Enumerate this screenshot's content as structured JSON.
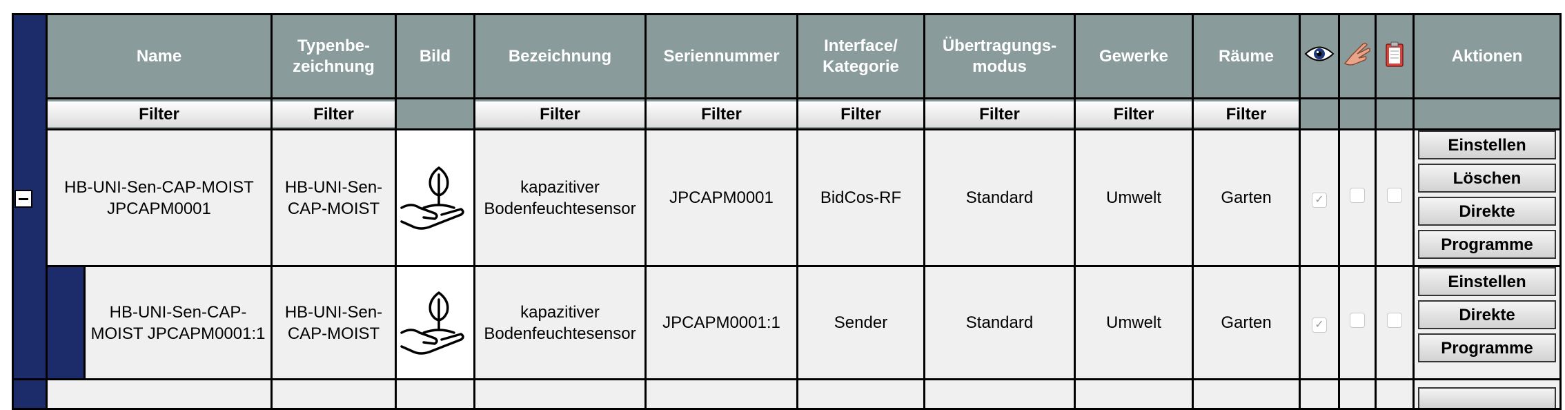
{
  "headers": {
    "name": "Name",
    "type": "Typenbe-\nzeichnung",
    "image": "Bild",
    "designation": "Bezeichnung",
    "serial": "Seriennummer",
    "interface": "Interface/\nKategorie",
    "transfer": "Übertragungs-\nmodus",
    "trades": "Gewerke",
    "rooms": "Räume",
    "visible_icon": "eye-icon",
    "operate_icon": "hand-icon",
    "protocol_icon": "clipboard-icon",
    "actions": "Aktionen"
  },
  "filter_label": "Filter",
  "devices": [
    {
      "name": "HB-UNI-Sen-CAP-MOIST JPCAPM0001",
      "type": "HB-UNI-Sen-CAP-MOIST",
      "image_icon": "hand-plant-icon",
      "designation": "kapazitiver Bodenfeuchtesensor",
      "serial": "JPCAPM0001",
      "interface": "BidCos-RF",
      "transfer": "Standard",
      "trades": "Umwelt",
      "rooms": "Garten",
      "visible": true,
      "operate": false,
      "protocol": false,
      "actions": [
        "Einstellen",
        "Löschen",
        "Direkte",
        "Programme"
      ]
    },
    {
      "name": "HB-UNI-Sen-CAP-MOIST JPCAPM0001:1",
      "type": "HB-UNI-Sen-CAP-MOIST",
      "image_icon": "hand-plant-icon",
      "designation": "kapazitiver Bodenfeuchtesensor",
      "serial": "JPCAPM0001:1",
      "interface": "Sender",
      "transfer": "Standard",
      "trades": "Umwelt",
      "rooms": "Garten",
      "visible": true,
      "operate": false,
      "protocol": false,
      "actions": [
        "Einstellen",
        "Direkte",
        "Programme"
      ]
    }
  ],
  "colors": {
    "header_bg": "#8a9b9c",
    "sidebar": "#1c2c6b",
    "row_bg": "#f0f0f0"
  }
}
